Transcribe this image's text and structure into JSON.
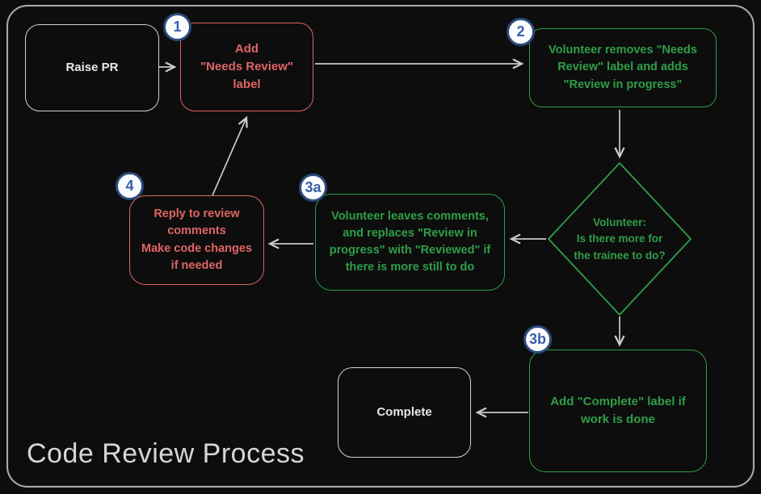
{
  "title": "Code Review Process",
  "colors": {
    "background": "#0d0d0d",
    "frame_border": "#aaaaaa",
    "red_accent": "#e06464",
    "green_accent": "#2f9e48",
    "neutral_node": "#d2d2d2",
    "arrow": "#c9c9c9",
    "badge_border": "#2b4a7d",
    "badge_text": "#3a5fa8",
    "badge_fill": "#fbfdff",
    "title_color": "#d6d6d6"
  },
  "badges": {
    "b1": "1",
    "b2": "2",
    "b3a": "3a",
    "b3b": "3b",
    "b4": "4"
  },
  "nodes": {
    "raise_pr": {
      "label": "Raise PR"
    },
    "add_needs_review": {
      "label": "Add\n\"Needs Review\"\nlabel"
    },
    "volunteer_removes": {
      "label": "Volunteer removes \"Needs\nReview\" label and adds\n\"Review in progress\""
    },
    "decision": {
      "label": "Volunteer:\nIs there more for\nthe trainee to do?"
    },
    "volunteer_leaves": {
      "label": "Volunteer leaves comments,\nand replaces \"Review in\nprogress\" with \"Reviewed\" if\nthere is more still to do"
    },
    "reply_comments": {
      "label": "Reply to review\ncomments\nMake code changes\nif needed"
    },
    "add_complete": {
      "label": "Add \"Complete\" label if\nwork is done"
    },
    "complete": {
      "label": "Complete"
    }
  }
}
